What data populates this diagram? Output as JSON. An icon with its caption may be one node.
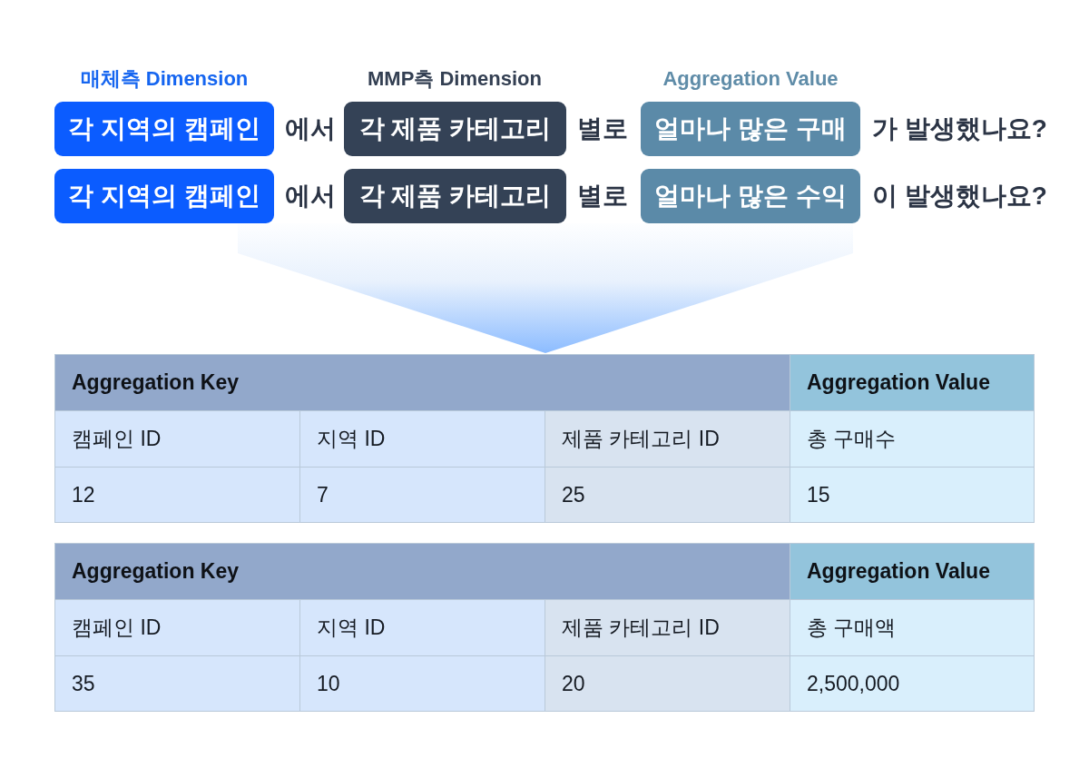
{
  "diagram": {
    "nodes": [
      {
        "text": [
          "각 지역의 캠페인"
        ]
      },
      {
        "text": [
          "각 제품 카테고리"
        ]
      },
      {
        "text": [
          "얼마나 많은 구매"
        ]
      },
      {
        "text": [
          "각 지역의 캠페인"
        ]
      },
      {
        "text": [
          "각 제품 카테고리"
        ]
      },
      {
        "text": [
          "얼마나 많은 수익"
        ]
      }
    ],
    "labels": [
      "매체측 Dimension",
      "MMP측 Dimension",
      "Aggregation Value",
      "에서",
      "별로",
      "가 발생했나요?",
      "에서",
      "별로",
      "이 발생했나요?",
      "Aggregation Key",
      "Aggregation Value",
      "캠페인 ID",
      "지역 ID",
      "제품 카테고리 ID",
      "총 구매수",
      "12",
      "7",
      "25",
      "15",
      "Aggregation Key",
      "Aggregation Value",
      "캠페인 ID",
      "지역 ID",
      "제품 카테고리 ID",
      "총 구매액",
      "35",
      "10",
      "20",
      "2,500,000"
    ]
  }
}
